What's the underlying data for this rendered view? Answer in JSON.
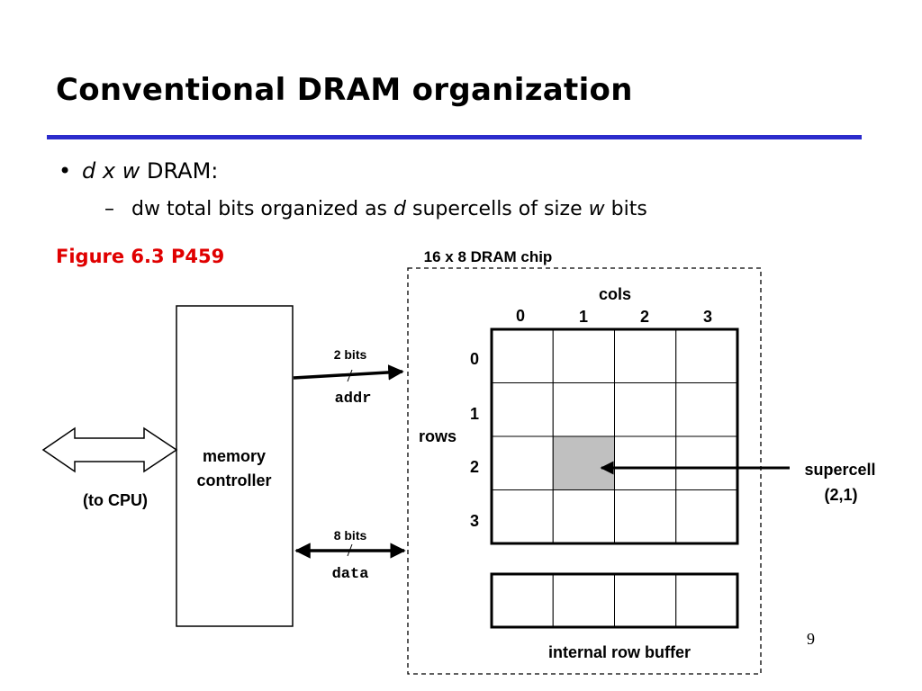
{
  "slide": {
    "title": "Conventional DRAM organization",
    "bullet": {
      "var_d": "d",
      "x": "x",
      "var_w": "w",
      "rest": "DRAM:"
    },
    "sub_bullet": {
      "pre": "dw total bits organized as",
      "var_d": "d",
      "mid": "supercells of size",
      "var_w": "w",
      "post": "bits"
    },
    "figure_ref": "Figure 6.3 P459",
    "page_number": "9"
  },
  "diagram": {
    "chip_label": "16 x 8 DRAM chip",
    "cols_label": "cols",
    "rows_label": "rows",
    "col_indices": [
      "0",
      "1",
      "2",
      "3"
    ],
    "row_indices": [
      "0",
      "1",
      "2",
      "3"
    ],
    "highlight_cell": {
      "row": 2,
      "col": 1,
      "color": "#c0c0c0"
    },
    "supercell_label_line1": "supercell",
    "supercell_label_line2": "(2,1)",
    "row_buffer_label": "internal row buffer",
    "controller_line1": "memory",
    "controller_line2": "controller",
    "cpu_label": "(to CPU)",
    "addr_width": "2 bits",
    "addr_label": "addr",
    "data_width": "8 bits",
    "data_label": "data",
    "rule_color": "#2c2ccc",
    "accent_red": "#e00000"
  }
}
